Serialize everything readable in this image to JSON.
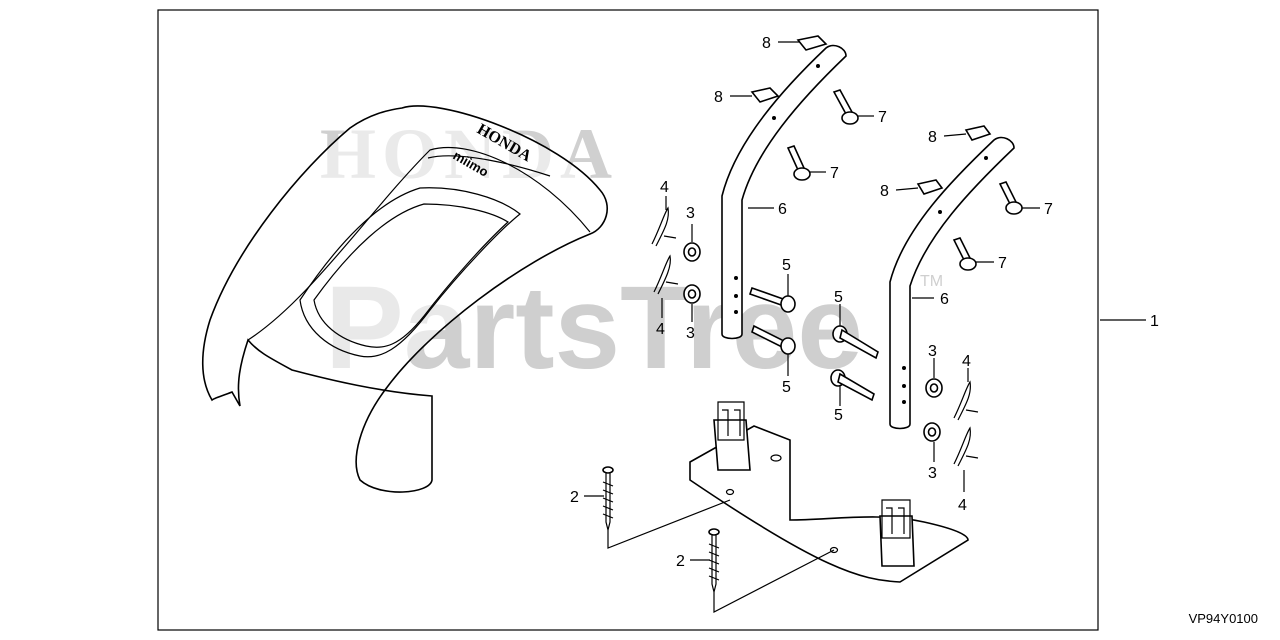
{
  "watermark": {
    "brand": "HONDA",
    "site": "PartsTree",
    "trademark": "TM"
  },
  "cover_marking": {
    "brand": "HONDA",
    "model": "miimo"
  },
  "callouts": {
    "c1": "1",
    "c2a": "2",
    "c2b": "2",
    "c3a": "3",
    "c3b": "3",
    "c3c": "3",
    "c3d": "3",
    "c4a": "4",
    "c4b": "4",
    "c4c": "4",
    "c4d": "4",
    "c5a": "5",
    "c5b": "5",
    "c5c": "5",
    "c5d": "5",
    "c6a": "6",
    "c6b": "6",
    "c7a": "7",
    "c7b": "7",
    "c7c": "7",
    "c7d": "7",
    "c8a": "8",
    "c8b": "8",
    "c8c": "8",
    "c8d": "8"
  },
  "diagram_code": "VP94Y0100"
}
